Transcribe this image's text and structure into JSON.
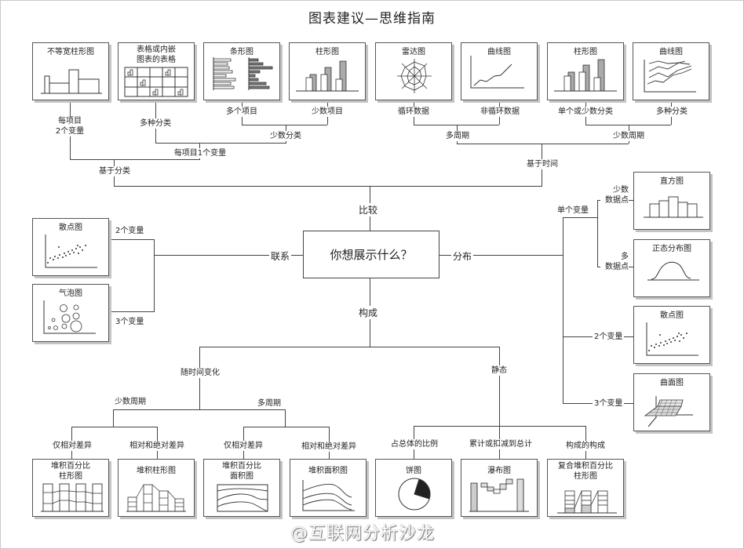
{
  "title": "图表建议—思维指南",
  "center": {
    "question": "你想展示什么？"
  },
  "branches": {
    "comparison": "比较",
    "relationship": "联系",
    "distribution": "分布",
    "composition": "构成"
  },
  "comparison": {
    "category_based": "基于分类",
    "time_based": "基于时间",
    "two_vars_per_item": "每项目\n2个变量",
    "two_vars_line1": "每项目",
    "two_vars_line2": "2个变量",
    "one_var_per_item": "每项目1个变量",
    "many_categories": "多种分类",
    "few_categories": "少数分类",
    "many_items": "多个项目",
    "few_items": "少数项目",
    "many_periods": "多周期",
    "few_periods": "少数周期",
    "cyclic": "循环数据",
    "non_cyclic": "非循环数据",
    "single_or_few": "单个或少数分类",
    "multi_categories": "多种分类",
    "charts": [
      {
        "title_lines": [
          "不等宽柱形图"
        ],
        "icon": "variable-width-column-chart-icon"
      },
      {
        "title_lines": [
          "表格或内嵌",
          "图表的表格"
        ],
        "icon": "table-with-embedded-charts-icon"
      },
      {
        "title_lines": [
          "条形图"
        ],
        "icon": "bar-chart-icon"
      },
      {
        "title_lines": [
          "柱形图"
        ],
        "icon": "column-chart-icon"
      },
      {
        "title_lines": [
          "雷达图"
        ],
        "icon": "radar-chart-icon"
      },
      {
        "title_lines": [
          "曲线图"
        ],
        "icon": "line-chart-icon"
      },
      {
        "title_lines": [
          "柱形图"
        ],
        "icon": "column-chart-icon"
      },
      {
        "title_lines": [
          "曲线图"
        ],
        "icon": "multi-line-chart-icon"
      }
    ]
  },
  "relationship": {
    "two_vars": "2个变量",
    "three_vars": "3个变量",
    "charts": [
      {
        "title_lines": [
          "散点图"
        ],
        "icon": "scatter-plot-icon"
      },
      {
        "title_lines": [
          "气泡图"
        ],
        "icon": "bubble-chart-icon"
      }
    ]
  },
  "distribution": {
    "single_var": "单个变量",
    "few_points_line1": "少数",
    "few_points_line2": "数据点",
    "many_points_line1": "多",
    "many_points_line2": "数据点",
    "two_vars": "2个变量",
    "three_vars": "3个变量",
    "charts": [
      {
        "title_lines": [
          "直方图"
        ],
        "icon": "histogram-icon"
      },
      {
        "title_lines": [
          "正态分布图"
        ],
        "icon": "normal-distribution-icon"
      },
      {
        "title_lines": [
          "散点图"
        ],
        "icon": "scatter-plot-icon"
      },
      {
        "title_lines": [
          "曲面图"
        ],
        "icon": "surface-chart-icon"
      }
    ]
  },
  "composition": {
    "over_time": "随时间变化",
    "static": "静态",
    "few_periods": "少数周期",
    "many_periods": "多周期",
    "relative_only_1": "仅相对差异",
    "relative_absolute_1": "相对和绝对差异",
    "relative_only_2": "仅相对差异",
    "relative_absolute_2": "相对和绝对差异",
    "share_of_total": "占总体的比例",
    "accumulation": "累计或扣减到总计",
    "component_of_component": "构成的构成",
    "charts": [
      {
        "title_lines": [
          "堆积百分比",
          "柱形图"
        ],
        "icon": "stacked-100-column-icon"
      },
      {
        "title_lines": [
          "堆积柱形图"
        ],
        "icon": "stacked-column-icon"
      },
      {
        "title_lines": [
          "堆积百分比",
          "面积图"
        ],
        "icon": "stacked-100-area-icon"
      },
      {
        "title_lines": [
          "堆积面积图"
        ],
        "icon": "stacked-area-icon"
      },
      {
        "title_lines": [
          "饼图"
        ],
        "icon": "pie-chart-icon"
      },
      {
        "title_lines": [
          "瀑布图"
        ],
        "icon": "waterfall-chart-icon"
      },
      {
        "title_lines": [
          "复合堆积百分比",
          "柱形图"
        ],
        "icon": "stacked-100-column-with-subcomponents-icon"
      }
    ]
  },
  "watermark": "@互联网分析沙龙"
}
